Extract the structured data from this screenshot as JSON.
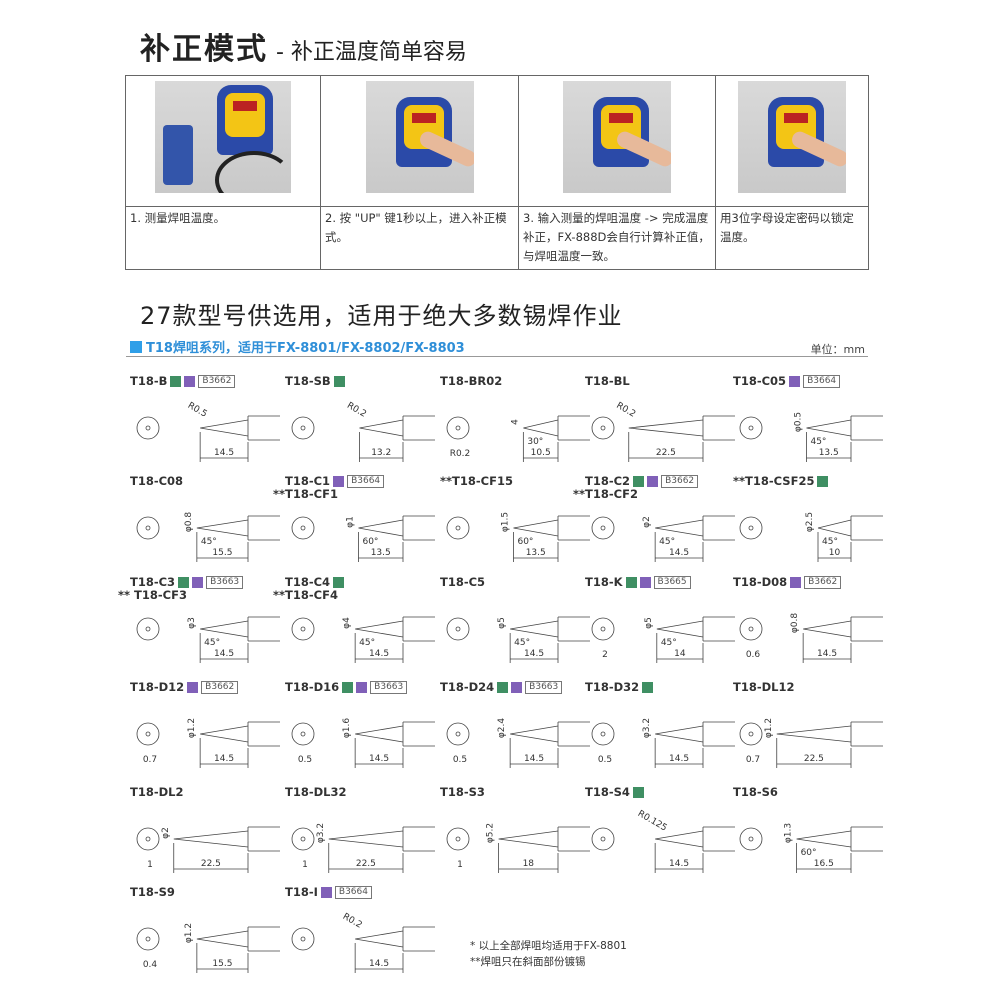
{
  "header": {
    "title": "补正模式",
    "subtitle": "- 补正温度简单容易"
  },
  "steps": [
    {
      "text": "1. 测量焊咀温度。"
    },
    {
      "text": "2. 按 \"UP\" 键1秒以上，进入补正模式。"
    },
    {
      "text": "3. 输入测量的焊咀温度 -> 完成温度补正，FX-888D会自行计算补正值，与焊咀温度一致。"
    },
    {
      "text": "用3位字母设定密码以锁定温度。"
    }
  ],
  "section_title": "27款型号供选用，适用于绝大多数锡焊作业",
  "series": {
    "title": "T18焊咀系列，适用于FX-8801/FX-8802/FX-8803",
    "unit": "单位：mm"
  },
  "colors": {
    "green": "#3f8f63",
    "purple": "#8060b8",
    "accent": "#2f9fe8"
  },
  "tips": [
    {
      "name": "T18-B",
      "green": true,
      "purple": true,
      "code": "B3662",
      "top": "R0.5",
      "len": "14.5"
    },
    {
      "name": "T18-SB",
      "green": true,
      "top": "R0.2",
      "len": "13.2"
    },
    {
      "name": "T18-BR02",
      "top": "4",
      "angle": "30°",
      "sub": "R0.2",
      "len": "10.5"
    },
    {
      "name": "T18-BL",
      "top": "R0.2",
      "len": "22.5"
    },
    {
      "name": "T18-C05",
      "purple": true,
      "code": "B3664",
      "top": "φ0.5",
      "angle": "45°",
      "len": "13.5"
    },
    {
      "name": "T18-C08",
      "top": "φ0.8",
      "angle": "45°",
      "len": "15.5"
    },
    {
      "name": "T18-C1",
      "purple": true,
      "code": "B3664",
      "alt": "**T18-CF1",
      "top": "φ1",
      "angle": "60°",
      "len": "13.5"
    },
    {
      "name": "**T18-CF15",
      "top": "φ1.5",
      "angle": "60°",
      "len": "13.5"
    },
    {
      "name": "T18-C2",
      "green": true,
      "purple": true,
      "code": "B3662",
      "alt": "**T18-CF2",
      "top": "φ2",
      "angle": "45°",
      "len": "14.5"
    },
    {
      "name": "**T18-CSF25",
      "green": true,
      "top": "φ2.5",
      "angle": "45°",
      "len": "10"
    },
    {
      "name": "T18-C3",
      "green": true,
      "purple": true,
      "code": "B3663",
      "alt": "** T18-CF3",
      "top": "φ3",
      "angle": "45°",
      "len": "14.5"
    },
    {
      "name": "T18-C4",
      "green": true,
      "alt": "**T18-CF4",
      "top": "φ4",
      "angle": "45°",
      "len": "14.5"
    },
    {
      "name": "T18-C5",
      "top": "φ5",
      "angle": "45°",
      "len": "14.5"
    },
    {
      "name": "T18-K",
      "green": true,
      "purple": true,
      "code": "B3665",
      "top": "φ5",
      "angle": "45°",
      "sub": "2",
      "len": "14"
    },
    {
      "name": "T18-D08",
      "purple": true,
      "code": "B3662",
      "top": "φ0.8",
      "sub": "0.6",
      "len": "14.5"
    },
    {
      "name": "T18-D12",
      "purple": true,
      "code": "B3662",
      "top": "φ1.2",
      "sub": "0.7",
      "len": "14.5"
    },
    {
      "name": "T18-D16",
      "green": true,
      "purple": true,
      "code": "B3663",
      "top": "φ1.6",
      "sub": "0.5",
      "len": "14.5"
    },
    {
      "name": "T18-D24",
      "green": true,
      "purple": true,
      "code": "B3663",
      "top": "φ2.4",
      "sub": "0.5",
      "len": "14.5"
    },
    {
      "name": "T18-D32",
      "green": true,
      "top": "φ3.2",
      "sub": "0.5",
      "len": "14.5"
    },
    {
      "name": "T18-DL12",
      "top": "φ1.2",
      "sub": "0.7",
      "len": "22.5"
    },
    {
      "name": "T18-DL2",
      "top": "φ2",
      "sub": "1",
      "len": "22.5"
    },
    {
      "name": "T18-DL32",
      "top": "φ3.2",
      "sub": "1",
      "len": "22.5"
    },
    {
      "name": "T18-S3",
      "top": "φ5.2",
      "sub": "1",
      "len": "18"
    },
    {
      "name": "T18-S4",
      "green": true,
      "top": "R0.125",
      "len": "14.5"
    },
    {
      "name": "T18-S6",
      "top": "φ1.3",
      "angle": "60°",
      "len": "16.5"
    },
    {
      "name": "T18-S9",
      "top": "φ1.2",
      "sub": "0.4",
      "len": "15.5"
    },
    {
      "name": "T18-I",
      "purple": true,
      "code": "B3664",
      "top": "R0.2",
      "len": "14.5"
    }
  ],
  "notes": [
    "* 以上全部焊咀均适用于FX-8801",
    "**焊咀只在斜面部份镀锡"
  ]
}
